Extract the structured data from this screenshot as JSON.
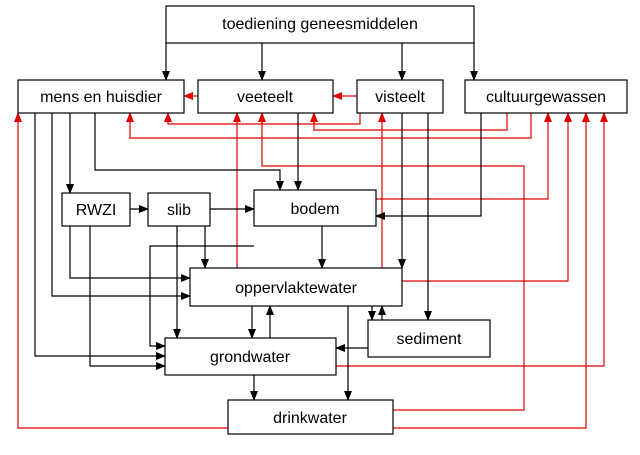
{
  "nodes": {
    "toediening": "toediening geneesmiddelen",
    "mens": "mens en huisdier",
    "veeteelt": "veeteelt",
    "visteelt": "visteelt",
    "cultuur": "cultuurgewassen",
    "rwzi": "RWZI",
    "slib": "slib",
    "bodem": "bodem",
    "oppervlaktewater": "oppervlaktewater",
    "sediment": "sediment",
    "grondwater": "grondwater",
    "drinkwater": "drinkwater"
  },
  "colors": {
    "emission_flow": "#000000",
    "exposure_flow": "#e00000"
  }
}
